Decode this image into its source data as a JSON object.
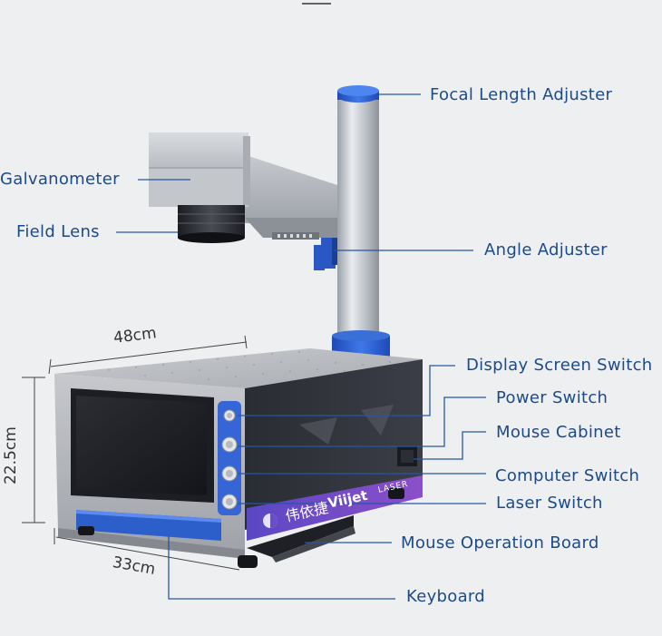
{
  "labels": {
    "focal_length_adjuster": "Focal Length Adjuster",
    "galvanometer": "Galvanometer",
    "field_lens": "Field Lens",
    "angle_adjuster": "Angle Adjuster",
    "display_screen_switch": "Display Screen Switch",
    "power_switch": "Power Switch",
    "mouse_cabinet": "Mouse Cabinet",
    "computer_switch": "Computer Switch",
    "laser_switch": "Laser Switch",
    "mouse_operation_board": "Mouse Operation Board",
    "keyboard": "Keyboard"
  },
  "dimensions": {
    "width": "48cm",
    "height": "22.5cm",
    "depth": "33cm"
  },
  "brand": {
    "chinese": "伟依捷",
    "name": "Viijet",
    "sub": "LASER"
  },
  "colors": {
    "label_text": "#1d4a8a",
    "leader_line": "#2456a8",
    "panel_blue": "#2c5fc9",
    "panel_purple": "#6b3fb8",
    "machine_dark": "#2d2f38",
    "background": "#eeeff1"
  }
}
